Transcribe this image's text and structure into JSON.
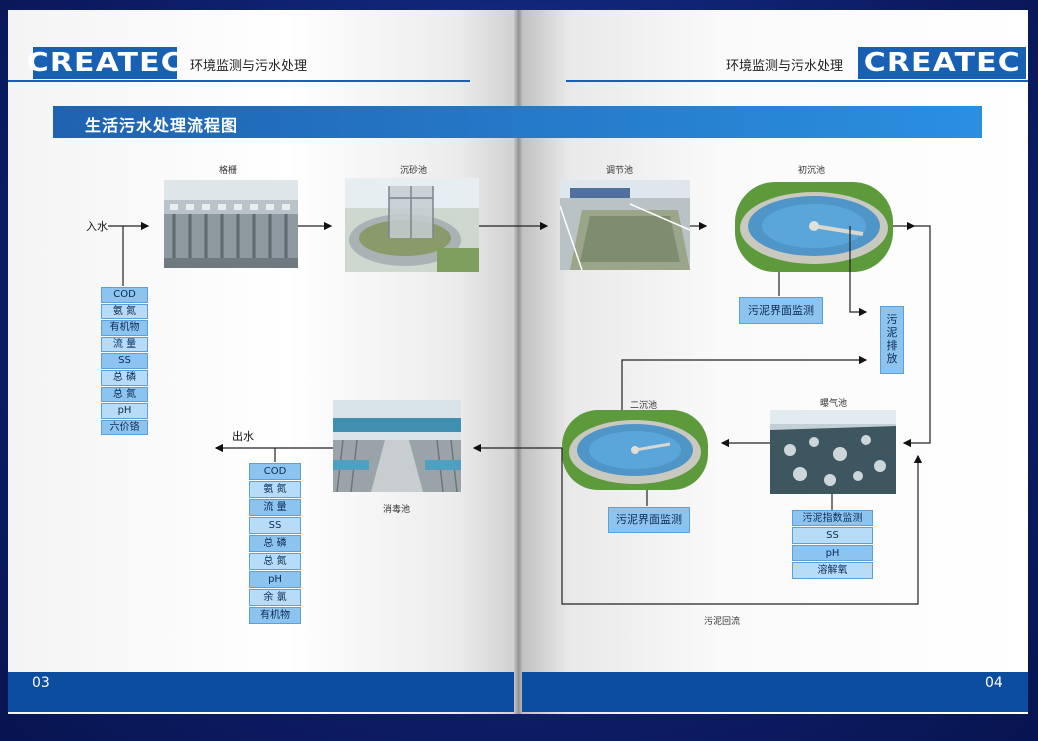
{
  "brand": "CREATEC",
  "header_title": "环境监测与污水处理",
  "section_title": "生活污水处理流程图",
  "page_left": "03",
  "page_right": "04",
  "labels": {
    "inflow": "入水",
    "outflow": "出水",
    "grid": "格栅",
    "grit": "沉砂池",
    "regulating": "调节池",
    "primary": "初沉池",
    "secondary": "二沉池",
    "aeration": "曝气池",
    "disinfection": "消毒池",
    "sludge_return": "污泥回流"
  },
  "inflow_params": [
    "COD",
    "氨 氮",
    "有机物",
    "流 量",
    "SS",
    "总 磷",
    "总 氮",
    "pH",
    "六价铬"
  ],
  "outflow_params": [
    "COD",
    "氨 氮",
    "流 量",
    "SS",
    "总 磷",
    "总 氮",
    "pH",
    "余 氯",
    "有机物"
  ],
  "primary_monitor": "污泥界面监测",
  "secondary_monitor": "污泥界面监测",
  "sludge_discharge": [
    "污",
    "泥",
    "排",
    "放"
  ],
  "aeration_params": [
    "污泥指数监测",
    "SS",
    "pH",
    "溶解氧"
  ]
}
